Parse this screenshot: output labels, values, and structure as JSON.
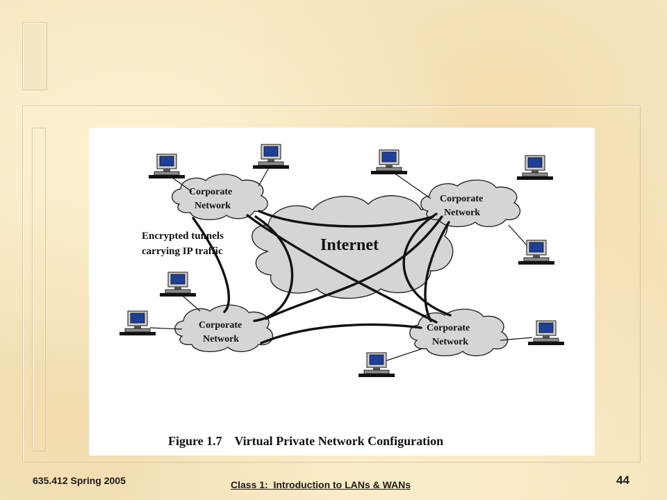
{
  "slide": {
    "footer_left": "635.412 Spring 2005",
    "footer_center": "Class 1:  Introduction to LANs & WANs",
    "page_number": "44"
  },
  "figure": {
    "caption": "Figure 1.7    Virtual Private Network Configuration",
    "internet_label": "Internet",
    "tunnel_label_line1": "Encrypted tunnels",
    "tunnel_label_line2": "carrying IP traffic",
    "network_label_line1": "Corporate",
    "network_label_line2": "Network",
    "colors": {
      "screen": "#1e3f9a",
      "cloud_fill": "#d5d5d5",
      "outline": "#1a1a1a"
    },
    "icons": [
      "computer-icon",
      "cloud-icon"
    ]
  }
}
